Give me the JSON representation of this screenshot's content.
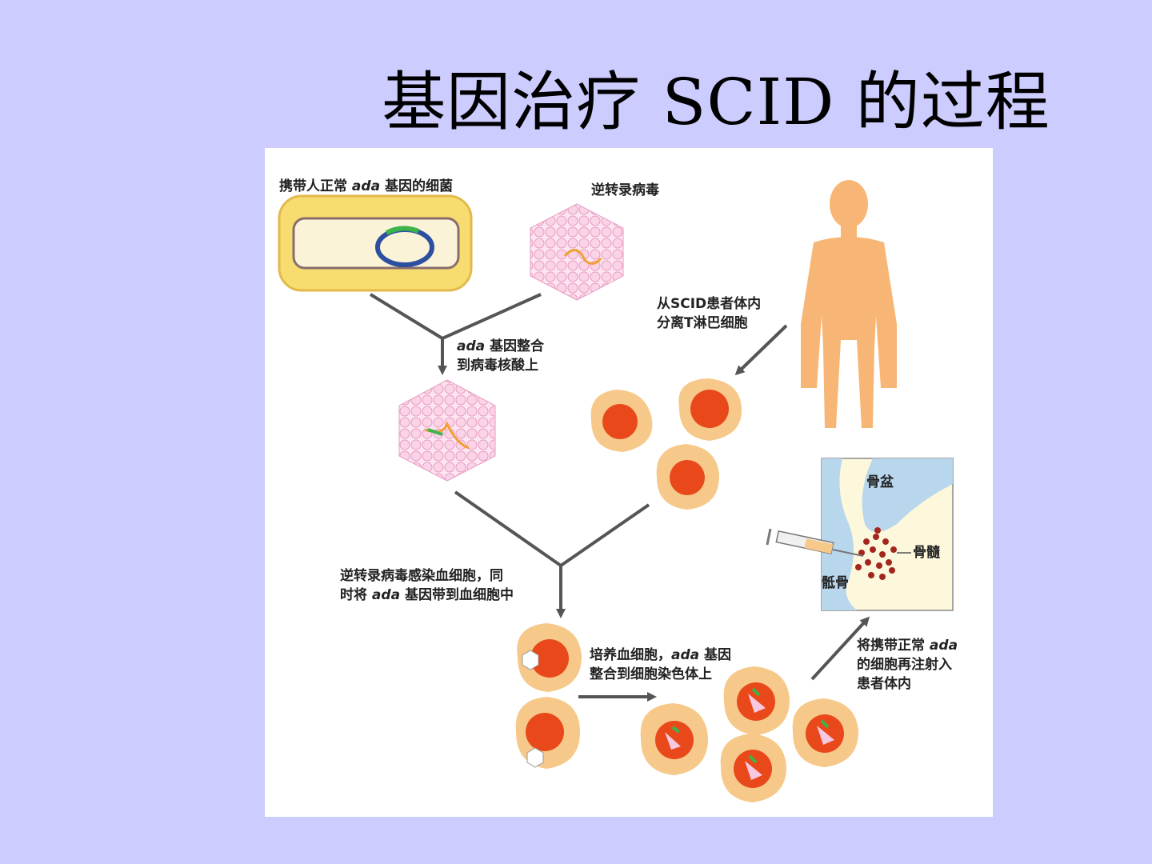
{
  "slide": {
    "title": "基因治疗 SCID 的过程"
  },
  "diagram": {
    "labels": {
      "bacteria_pre": "携带人正常 ",
      "bacteria_em": "ada",
      "bacteria_post": " 基因的细菌",
      "retrovirus": "逆转录病毒",
      "isolate_line1": "从SCID患者体内",
      "isolate_line2": "分离T淋巴细胞",
      "integrate_em": "ada",
      "integrate_line1_post": " 基因整合",
      "integrate_line2": "到病毒核酸上",
      "infect_line1": "逆转录病毒感染血细胞，同",
      "infect_line2_pre": "时将 ",
      "infect_line2_em": "ada",
      "infect_line2_post": " 基因带到血细胞中",
      "culture_line1_pre": "培养血细胞，",
      "culture_line1_em": "ada",
      "culture_line1_post": " 基因",
      "culture_line2": "整合到细胞染色体上",
      "reinject_line1_pre": "将携带正常 ",
      "reinject_line1_em": "ada",
      "reinject_line2": "的细胞再注射入",
      "reinject_line3": "患者体内",
      "pelvis": "骨盆",
      "marrow": "骨髓",
      "sacrum": "骶骨"
    },
    "colors": {
      "cell_body": "#f6c98a",
      "nucleus": "#e8481a",
      "virus": "#f8c8e0",
      "bacteria_wall": "#f7dc6f",
      "plasmid": "#2c4fa0",
      "gene": "#3cb44b",
      "human": "#f7b675",
      "bone_blue": "#b8d6ec",
      "arrow": "#555555"
    }
  }
}
